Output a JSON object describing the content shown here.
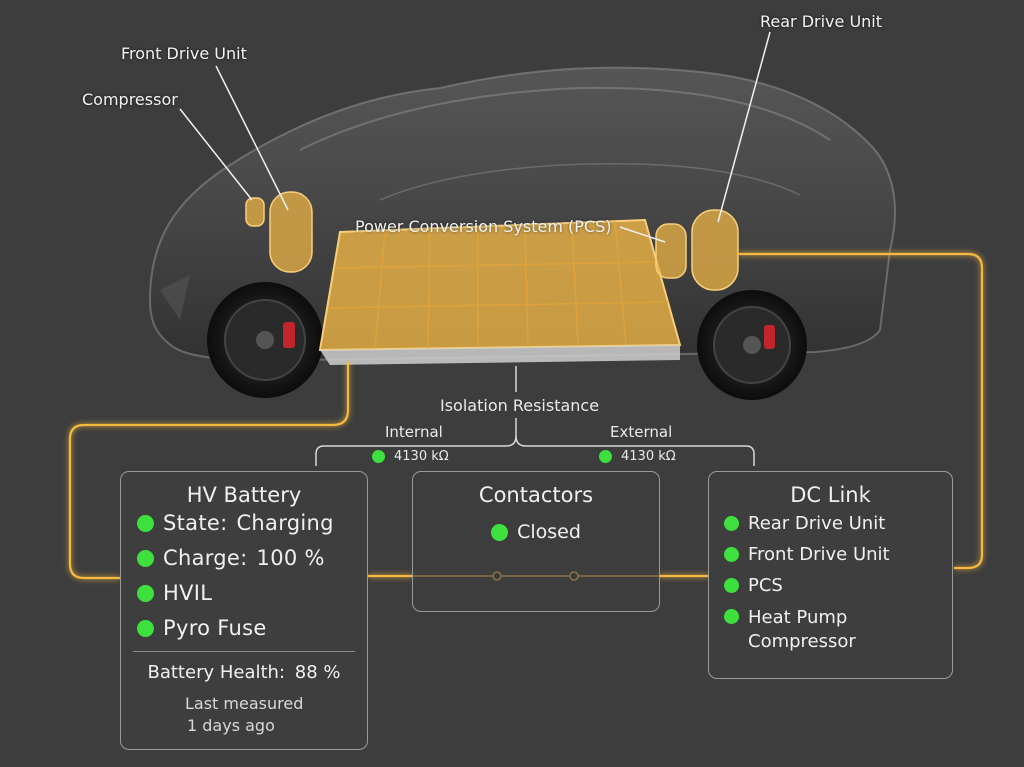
{
  "callouts": {
    "compressor": "Compressor",
    "front_drive_unit": "Front Drive Unit",
    "rear_drive_unit": "Rear Drive Unit",
    "pcs": "Power Conversion System (PCS)"
  },
  "isolation": {
    "title": "Isolation Resistance",
    "internal_label": "Internal",
    "internal_value": "4130 kΩ",
    "external_label": "External",
    "external_value": "4130 kΩ"
  },
  "hv_battery": {
    "title": "HV Battery",
    "items": [
      {
        "label": "State:",
        "value": "Charging"
      },
      {
        "label": "Charge:",
        "value": "100 %"
      },
      {
        "label": "HVIL",
        "value": ""
      },
      {
        "label": "Pyro Fuse",
        "value": ""
      }
    ],
    "health_label": "Battery Health:",
    "health_value": "88 %",
    "last_measured_line1": "Last measured",
    "last_measured_line2": "1 days ago"
  },
  "contactors": {
    "title": "Contactors",
    "status": "Closed"
  },
  "dc_link": {
    "title": "DC Link",
    "items": [
      "Rear Drive Unit",
      "Front Drive Unit",
      "PCS",
      "Heat Pump Compressor"
    ]
  },
  "colors": {
    "status_ok": "#3ee03e",
    "highlight": "#f5b940",
    "background": "#3d3d3d"
  }
}
